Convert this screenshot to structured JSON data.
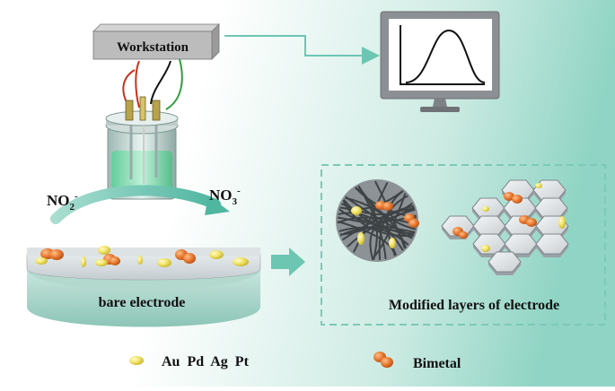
{
  "workstation": {
    "label": "Workstation"
  },
  "reaction": {
    "reactant": "NO",
    "reactant_sub": "2",
    "reactant_sup": "-",
    "product": "NO",
    "product_sub": "3",
    "product_sup": "-"
  },
  "electrode": {
    "label": "bare electrode"
  },
  "modified": {
    "label": "Modified layers of electrode"
  },
  "legend": {
    "metals_label": "Au  Pd  Ag  Pt",
    "bimetal_label": "Bimetal"
  },
  "colors": {
    "background_left": "#ffffff",
    "background_right": "#8fd4c4",
    "accent_teal": "#5cbfaa",
    "electrode_top": "#d7dde0",
    "electrode_body": "#a7d3c8",
    "gold_particle": "#f1e46a",
    "orange_particle": "#e87a33",
    "wire_red": "#c8321e",
    "wire_black": "#111111",
    "wire_green": "#2f9e3a"
  },
  "icons": [
    "workstation-box",
    "monitor-icon",
    "electrochemical-cell-icon",
    "fiber-network-icon",
    "hexagon-lattice-icon"
  ]
}
